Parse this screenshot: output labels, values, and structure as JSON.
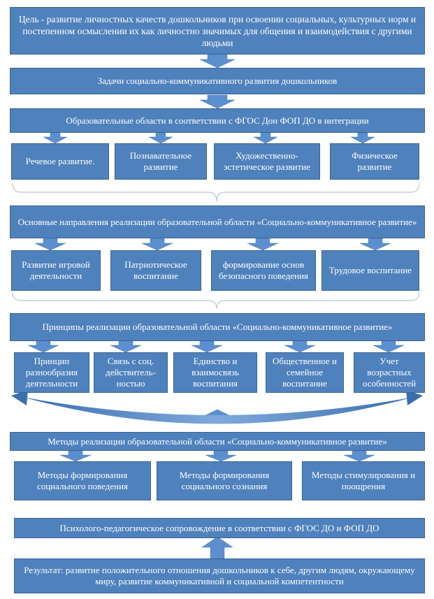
{
  "goal": "Цель - развитие личностных качеств дошкольников при освоении социальных, культурных норм и постепенном осмыслении их как личностно значимых для общения и взаимодействия с другими людьми",
  "tasks": "Задачи социально-коммуникативного развития дошкольников",
  "areas": {
    "title": "Образовательные области в соответствии с ФГОС Дон ФОП ДО в интеграции",
    "items": [
      "Речевое развитие.",
      "Познавательное развитие",
      "Художественно-эстетическое развитие",
      "Физическое развитие"
    ]
  },
  "directions": {
    "title": "Основные направления реализации образовательной области «Социально-коммуникативное развитие»",
    "items": [
      "Развитие игровой деятельности",
      "Патриотическое воспитание",
      "формирование основ безопасного поведения",
      "Трудовое воспитание"
    ]
  },
  "principles": {
    "title": "Принципы реализации образовательной области «Социально-коммуникативное развитие»",
    "items": [
      "Принцип разнообразия деятельности",
      "Связь с соц. действитель-ностью",
      "Единство и взаимосвязь воспитания",
      "Общественное и семейное воспитание",
      "Учет возрастных особенностей"
    ]
  },
  "methods": {
    "title": "Методы реализации образовательной области «Социально-коммуникативное развитие»",
    "items": [
      "Методы формирования социального поведения",
      "Методы формирования социального сознания",
      "Методы стимулирования и поощрения"
    ]
  },
  "support": "Психолого-педагогическое сопровождение в соответствии с ФГОС ДО и ФОП ДО",
  "result": "Результат: развитие положительного отношения дошкольников к себе, другим людям, окружающему миру, развитие коммуникативной и социальной компетентности",
  "colors": {
    "box_fill": "#4f81bd",
    "box_border": "#3a6492",
    "arrow_fill": "#5b8fd0",
    "brace": "#b8c8dc"
  }
}
